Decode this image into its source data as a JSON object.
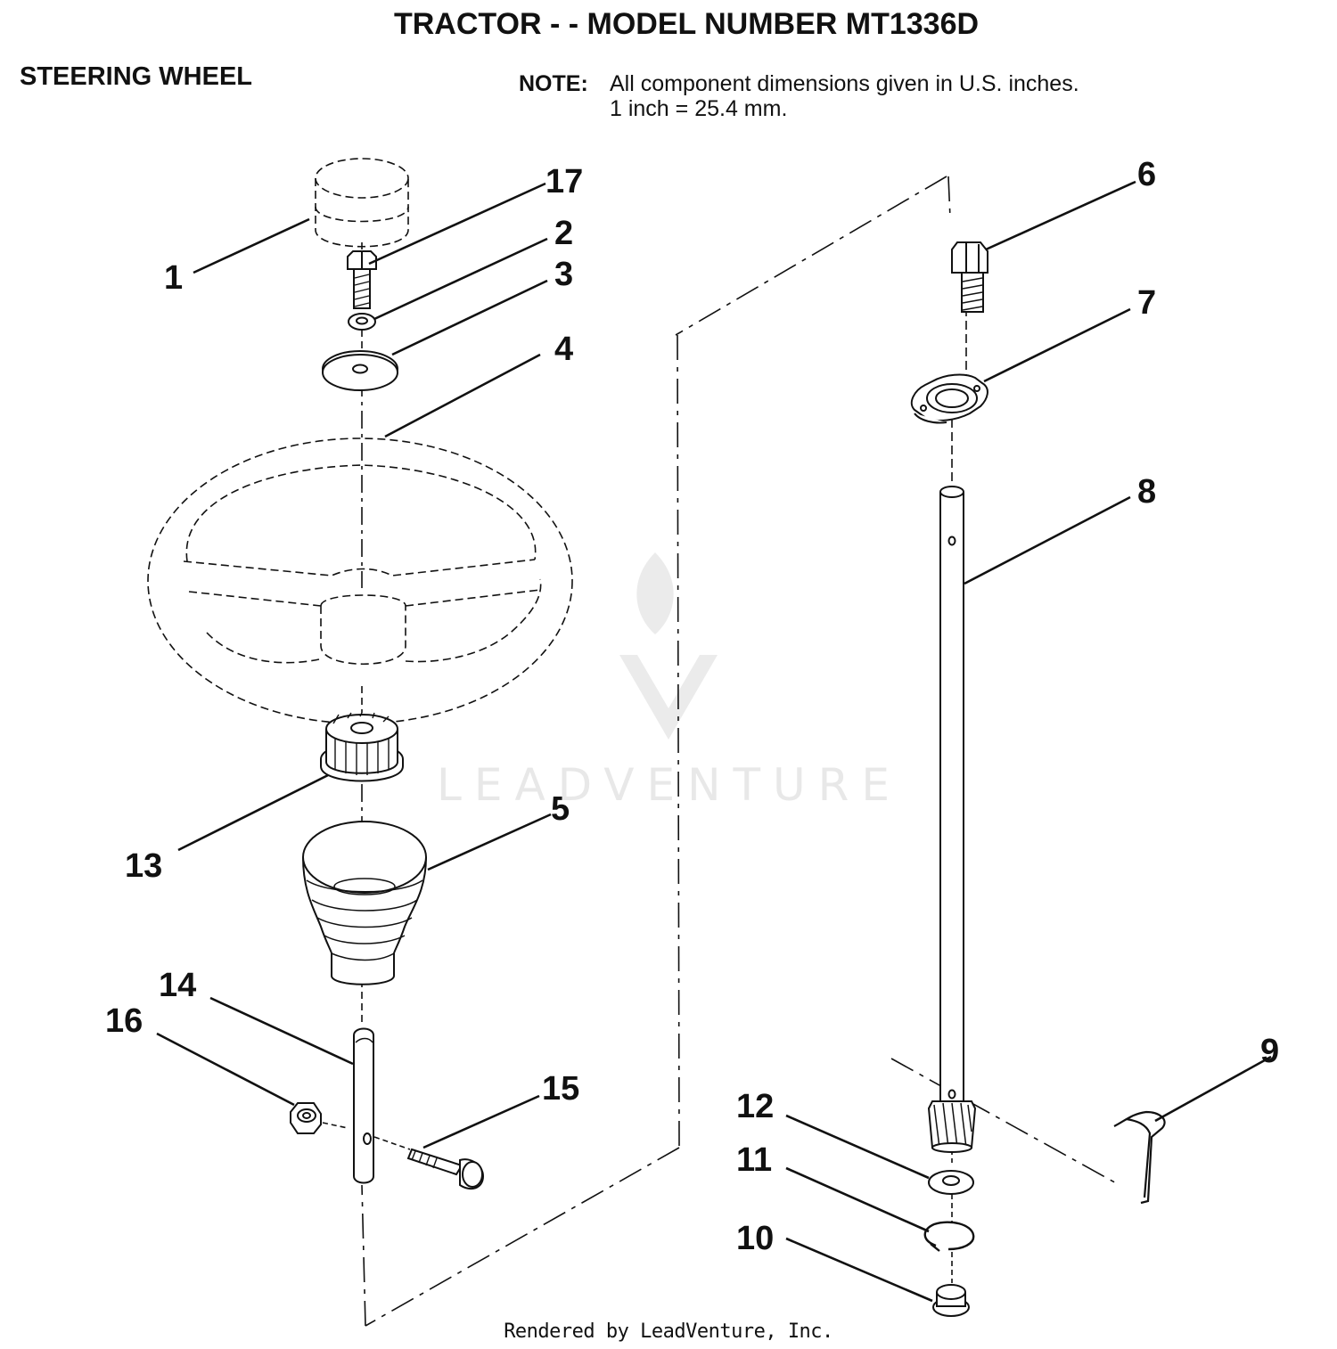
{
  "title": "TRACTOR - - MODEL NUMBER MT1336D",
  "section": "STEERING WHEEL",
  "note": {
    "label": "NOTE:",
    "line1": "All component dimensions given in U.S. inches.",
    "line2": "1 inch = 25.4 mm."
  },
  "watermark": "LEADVENTURE",
  "footer": "Rendered by LeadVenture, Inc.",
  "callouts": {
    "c1": "1",
    "c2": "2",
    "c3": "3",
    "c4": "4",
    "c5": "5",
    "c6": "6",
    "c7": "7",
    "c8": "8",
    "c9": "9",
    "c10": "10",
    "c11": "11",
    "c12": "12",
    "c13": "13",
    "c14": "14",
    "c15": "15",
    "c16": "16",
    "c17": "17"
  }
}
